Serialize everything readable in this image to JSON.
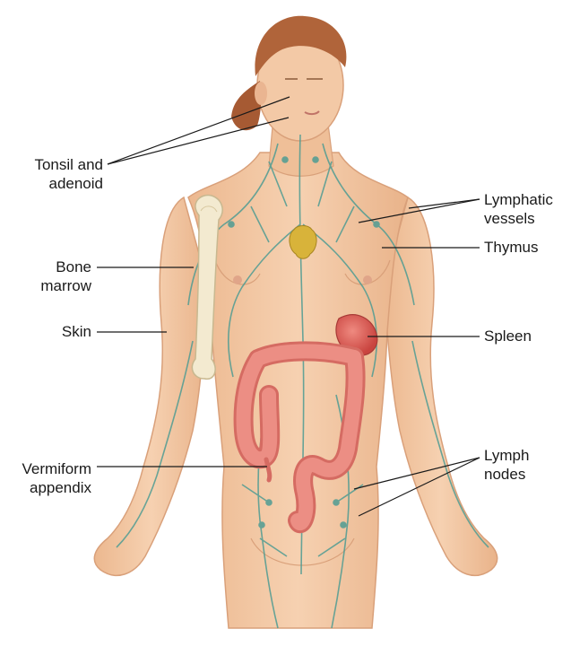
{
  "labels": {
    "tonsil": [
      "Tonsil and",
      "adenoid"
    ],
    "bone_marrow": [
      "Bone",
      "marrow"
    ],
    "skin": [
      "Skin"
    ],
    "appendix": [
      "Vermiform",
      "appendix"
    ],
    "lymphatic_vessels": [
      "Lymphatic",
      "vessels"
    ],
    "thymus": [
      "Thymus"
    ],
    "spleen": [
      "Spleen"
    ],
    "lymph_nodes": [
      "Lymph",
      "nodes"
    ]
  },
  "colors": {
    "skin": "#f3c9a6",
    "skin_shadow": "#e3ac85",
    "hair": "#b0643a",
    "lymph": "#4f9c93",
    "colon": "#e8847a",
    "spleen": "#d9534f",
    "thymus": "#d8b33a",
    "bone": "#f3ead0"
  }
}
